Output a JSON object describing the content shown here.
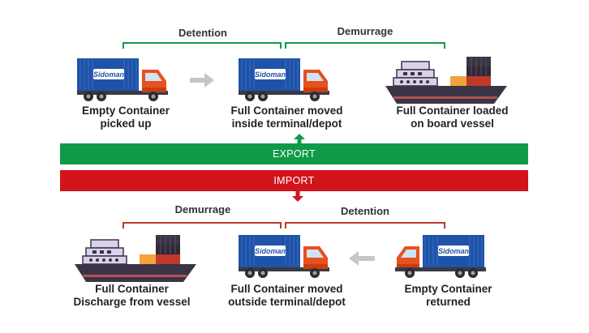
{
  "export_section": {
    "brackets": {
      "left_label": "Detention",
      "right_label": "Demurrage"
    },
    "steps": [
      {
        "caption": "Empty Container\npicked up",
        "icon": "truck-icon"
      },
      {
        "caption": "Full Container moved\ninside terminal/depot",
        "icon": "truck-icon"
      },
      {
        "caption": "Full Container loaded\non board vessel",
        "icon": "ship-icon"
      }
    ],
    "band_label": "EXPORT",
    "color": "#0f9a48"
  },
  "import_section": {
    "band_label": "IMPORT",
    "color": "#d2141c",
    "brackets": {
      "left_label": "Demurrage",
      "right_label": "Detention"
    },
    "steps": [
      {
        "caption": "Full Container\nDischarge from vessel",
        "icon": "ship-icon"
      },
      {
        "caption": "Full Container moved\noutside terminal/depot",
        "icon": "truck-icon"
      },
      {
        "caption": "Empty Container\nreturned",
        "icon": "truck-icon"
      }
    ]
  },
  "brand": {
    "logo_text": "Sidoman",
    "container_color": "#1f53a8",
    "cab_color": "#e8501e"
  },
  "icons": {
    "flow_arrow": "arrow-right-icon",
    "flow_arrow_back": "arrow-left-icon"
  }
}
